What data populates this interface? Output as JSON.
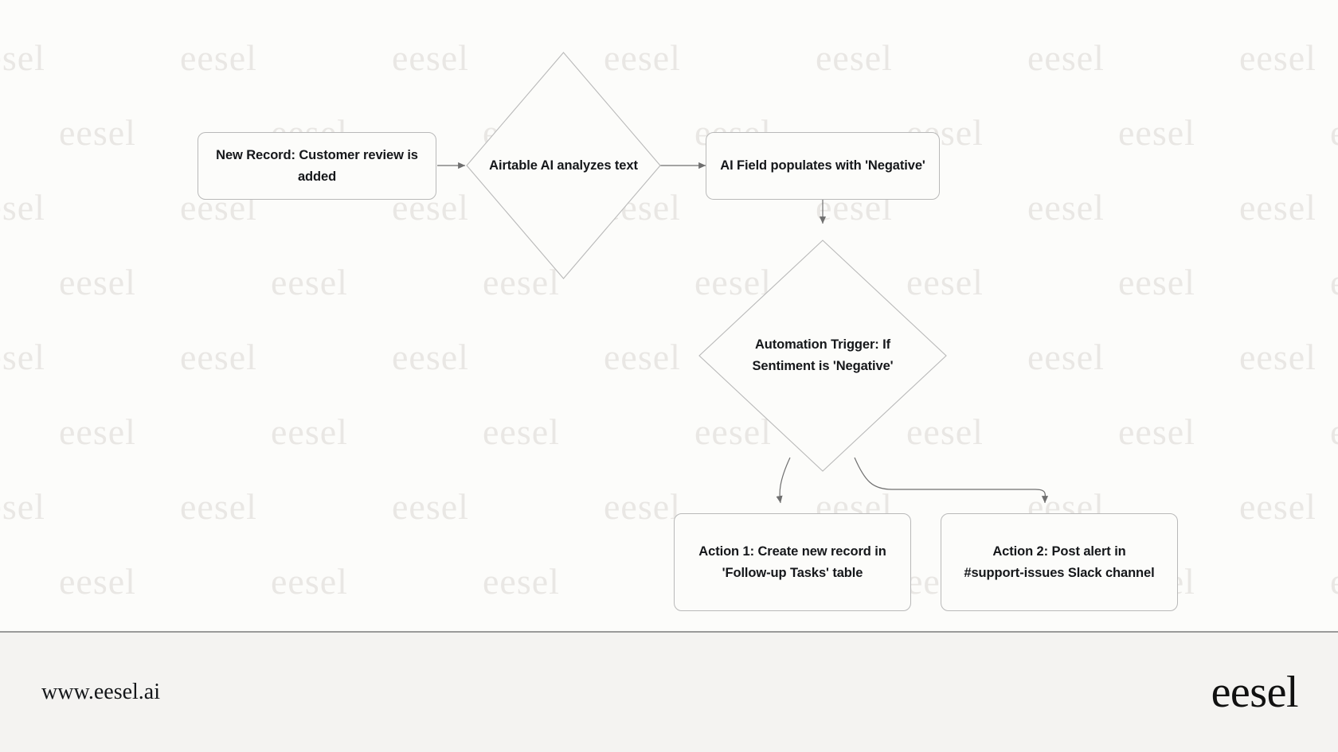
{
  "diagram": {
    "type": "flowchart",
    "background_color": "#fcfcfa",
    "node_border_color": "#b9b9b9",
    "edge_color": "#6f6f6f",
    "text_color": "#15171a",
    "nodes": [
      {
        "id": "trigger",
        "shape": "rounded-rect",
        "label": "New Record: Customer review is added",
        "lines": [
          "New Record: Customer",
          "review is added"
        ]
      },
      {
        "id": "ai-analyze",
        "shape": "diamond",
        "label": "Airtable AI analyzes text",
        "lines": [
          "Airtable AI analyzes text"
        ]
      },
      {
        "id": "ai-field",
        "shape": "rounded-rect",
        "label": "AI Field populates with 'Negative'",
        "lines": [
          "AI Field populates with",
          "'Negative'"
        ]
      },
      {
        "id": "automation-trigger",
        "shape": "diamond",
        "label": "Automation Trigger: If Sentiment is 'Negative'",
        "lines": [
          "Automation Trigger: If",
          "Sentiment is 'Negative'"
        ]
      },
      {
        "id": "action-1",
        "shape": "rounded-rect",
        "label": "Action 1: Create new record in 'Follow-up Tasks' table",
        "lines": [
          "Action 1: Create new",
          "record in 'Follow-up",
          "Tasks' table"
        ]
      },
      {
        "id": "action-2",
        "shape": "rounded-rect",
        "label": "Action 2: Post alert in #support-issues Slack channel",
        "lines": [
          "Action 2: Post alert in",
          "#support-issues Slack",
          "channel"
        ]
      }
    ],
    "edges": [
      {
        "from": "trigger",
        "to": "ai-analyze",
        "label": ""
      },
      {
        "from": "ai-analyze",
        "to": "ai-field",
        "label": ""
      },
      {
        "from": "ai-field",
        "to": "automation-trigger",
        "label": ""
      },
      {
        "from": "automation-trigger",
        "to": "action-1",
        "label": ""
      },
      {
        "from": "automation-trigger",
        "to": "action-2",
        "label": ""
      }
    ]
  },
  "watermark": {
    "text": "eesel",
    "color": "#e9e7e4"
  },
  "footer": {
    "url": "www.eesel.ai",
    "logo": "eesel"
  }
}
